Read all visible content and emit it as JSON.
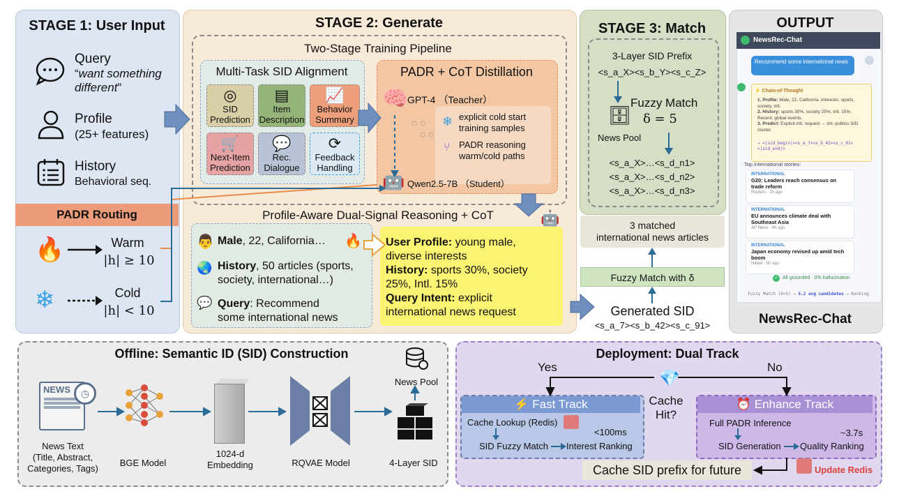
{
  "stage1": {
    "title": "STAGE 1: User Input",
    "query_label": "Query",
    "query_text_1": "want something",
    "query_text_2": "different",
    "profile_label": "Profile",
    "profile_sub": "(25+ features)",
    "history_label": "History",
    "history_sub": "Behavioral seq.",
    "routing_title": "PADR Routing",
    "warm_label": "Warm",
    "warm_cond": "|h| ≥ 10",
    "cold_label": "Cold",
    "cold_cond": "|h| < 10"
  },
  "stage2": {
    "title": "STAGE 2: Generate",
    "pipeline_title": "Two-Stage Training Pipeline",
    "mtsa_title": "Multi-Task SID Alignment",
    "tasks": [
      {
        "l1": "SID",
        "l2": "Prediction",
        "icon": "target-icon",
        "color": "#d9cfa6"
      },
      {
        "l1": "Item",
        "l2": "Description",
        "icon": "document-icon",
        "color": "#94b47a"
      },
      {
        "l1": "Behavior",
        "l2": "Summary",
        "icon": "chart-icon",
        "color": "#ec9f7a"
      },
      {
        "l1": "Next-Item",
        "l2": "Prediction",
        "icon": "cart-icon",
        "color": "#e6a3a3"
      },
      {
        "l1": "Rec.",
        "l2": "Dialogue",
        "icon": "chat-icon",
        "color": "#b8c4d6"
      },
      {
        "l1": "Feedback",
        "l2": "Handling",
        "icon": "refresh-icon",
        "color": "#dbe9f5"
      }
    ],
    "padr_title": "PADR + CoT Distillation",
    "teacher": "GPT-4 （Teacher）",
    "student": "Qwen2.5-7B （Student）",
    "cold_samples_1": "explicit cold start",
    "cold_samples_2": "training samples",
    "reasoning_1": "PADR reasoning",
    "reasoning_2": "warm/cold paths",
    "dual_title": "Profile-Aware Dual-Signal Reasoning + CoT",
    "male_bold": "Male",
    "male_rest": ", 22, California…",
    "hist_bold": "History",
    "hist_rest_1": ", 50 articles (sports,",
    "hist_rest_2": "society, international…)",
    "query_bold": "Query",
    "query_rest_1": ": Recommend",
    "query_rest_2": "some international news",
    "up_bold": "User Profile:",
    "up_rest_1": " young male,",
    "up_rest_2": "diverse interests",
    "h_bold": "History:",
    "h_rest_1": " sports 30%, society",
    "h_rest_2": "25%, Intl. 15%",
    "qi_bold": "Query Intent:",
    "qi_rest_1": " explicit",
    "qi_rest_2": "international news request"
  },
  "stage3": {
    "title": "STAGE 3: Match",
    "prefix_title": "3-Layer SID Prefix",
    "prefix": "<s_a_X><s_b_Y><s_c_Z>",
    "fuzzy": "Fuzzy Match",
    "delta": "δ = 5",
    "pool": "News Pool",
    "cands": [
      "<s_a_X>…<s_d_n1>",
      "<s_a_X>…<s_d_n2>",
      "<s_a_X>…<s_d_n3>"
    ],
    "matched_1": "3 matched",
    "matched_2": "international news articles",
    "fuzzy_with": "Fuzzy Match with δ",
    "gen_sid": "Generated SID",
    "gen_sid_val": "<s_a_7><s_b_42><s_c_91>"
  },
  "output": {
    "title": "OUTPUT",
    "app_name": "NewsRec-Chat",
    "user_msg": "Recommend some international news",
    "cot_title": "⚡ Chain-of-Thought",
    "cot_1b": "1. Profile:",
    "cot_1": " Male, 22, California. Interests: sports, society, intl.",
    "cot_2b": "2. History:",
    "cot_2": " sports 30%, society 25%, intl. 15%. Recent: global events.",
    "cot_3b": "3. Predict:",
    "cot_3": " Explicit intl. request → intl.-politics SID cluster.",
    "cot_sid": "→ <|sid_begin|><s_a_7><s_b_42><s_c_91><|sid_end|>",
    "top_stories": "Top international stories:",
    "stories": [
      {
        "cat": "INTERNATIONAL",
        "headline": "G20: Leaders reach consensus on trade reform",
        "src": "Reuters · 2h ago"
      },
      {
        "cat": "INTERNATIONAL",
        "headline": "EU announces climate deal with Southeast Asia",
        "src": "AP News · 4h ago"
      },
      {
        "cat": "INTERNATIONAL",
        "headline": "Japan economy revised up amid tech boom",
        "src": "Nikkei · 5h ago"
      }
    ],
    "grounded": "All grounded · 0% hallucination",
    "footer_a": "Fuzzy Match (δ=5) → ",
    "footer_b": "5.2 avg candidates",
    "footer_c": " → Ranking",
    "caption": "NewsRec-Chat"
  },
  "offline": {
    "title": "Offline: Semantic ID (SID) Construction",
    "news_icon_text": "NEWS",
    "news_text_1": "News Text",
    "news_text_2": "(Title, Abstract,",
    "news_text_3": "Categories, Tags)",
    "bge": "BGE Model",
    "emb_1": "1024-d",
    "emb_2": "Embedding",
    "rqvae": "RQVAE Model",
    "sid4": "4-Layer SID",
    "pool": "News Pool"
  },
  "deploy": {
    "title": "Deployment: Dual Track",
    "yes": "Yes",
    "no": "No",
    "cache_1": "Cache",
    "cache_2": "Hit?",
    "fast": "Fast Track",
    "fast_lookup": "Cache Lookup (Redis)",
    "fast_time": "<100ms",
    "fast_match": "SID Fuzzy Match",
    "fast_rank": "Interest Ranking",
    "enh": "Enhance Track",
    "enh_inf": "Full PADR Inference",
    "enh_time": "~3.7s",
    "enh_gen": "SID Generation",
    "enh_rank": "Quality Ranking",
    "cache_prefix": "Cache SID prefix for future",
    "update": "Update Redis"
  }
}
